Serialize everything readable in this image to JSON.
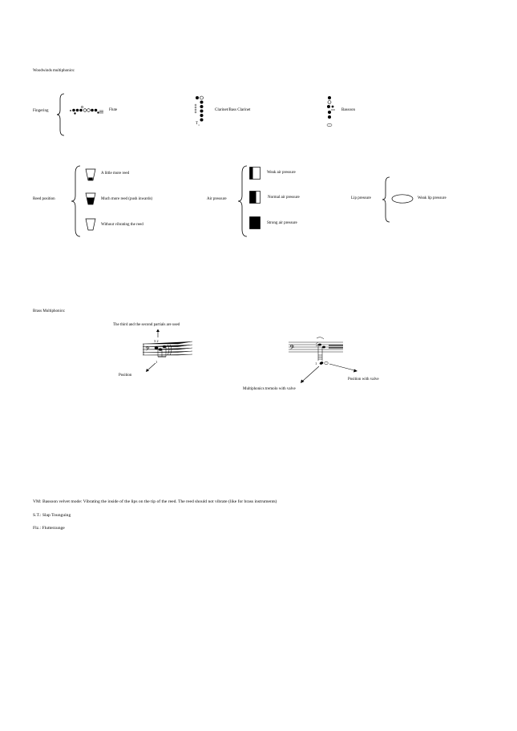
{
  "woodwinds": {
    "heading": "Woodwinds multiphonics:",
    "fingering_label": "Fingering",
    "flute_label": "Flute",
    "clarinet_label": "Clarinet/Bass Clarinet",
    "bassoon_label": "Bassoon",
    "clarinet_key_label": "T",
    "clarinet_key_sub": "1"
  },
  "reed_position": {
    "label": "Reed position",
    "items": [
      "A little more reed",
      "Much more reed (push inwards)",
      "Without vibrating the reed"
    ]
  },
  "air_pressure": {
    "label": "Air pressure",
    "items": [
      "Weak air pressure",
      "Normal air pressure",
      "Strong air pressure"
    ]
  },
  "lip_pressure": {
    "label": "Lip pressure",
    "item": "Weak lip pressure"
  },
  "brass": {
    "heading": "Brass Multiphonics:",
    "partials_label": "The third and the second partials are used",
    "partial_numbers": "3  2",
    "position_number": "1",
    "position_label": "Position",
    "tremolo_label": "Multiphonics tremolo with valve",
    "valve_label": "Position with valve",
    "valve_number": "1"
  },
  "notes": [
    "VM: Bassoon velvet mode: Vibrating the inside of the lips on the tip of the reed. The reed should not vibrate (like for brass instruments)",
    "S.T.: Slap Tounguing",
    "Flz.: Flutterzunge"
  ]
}
